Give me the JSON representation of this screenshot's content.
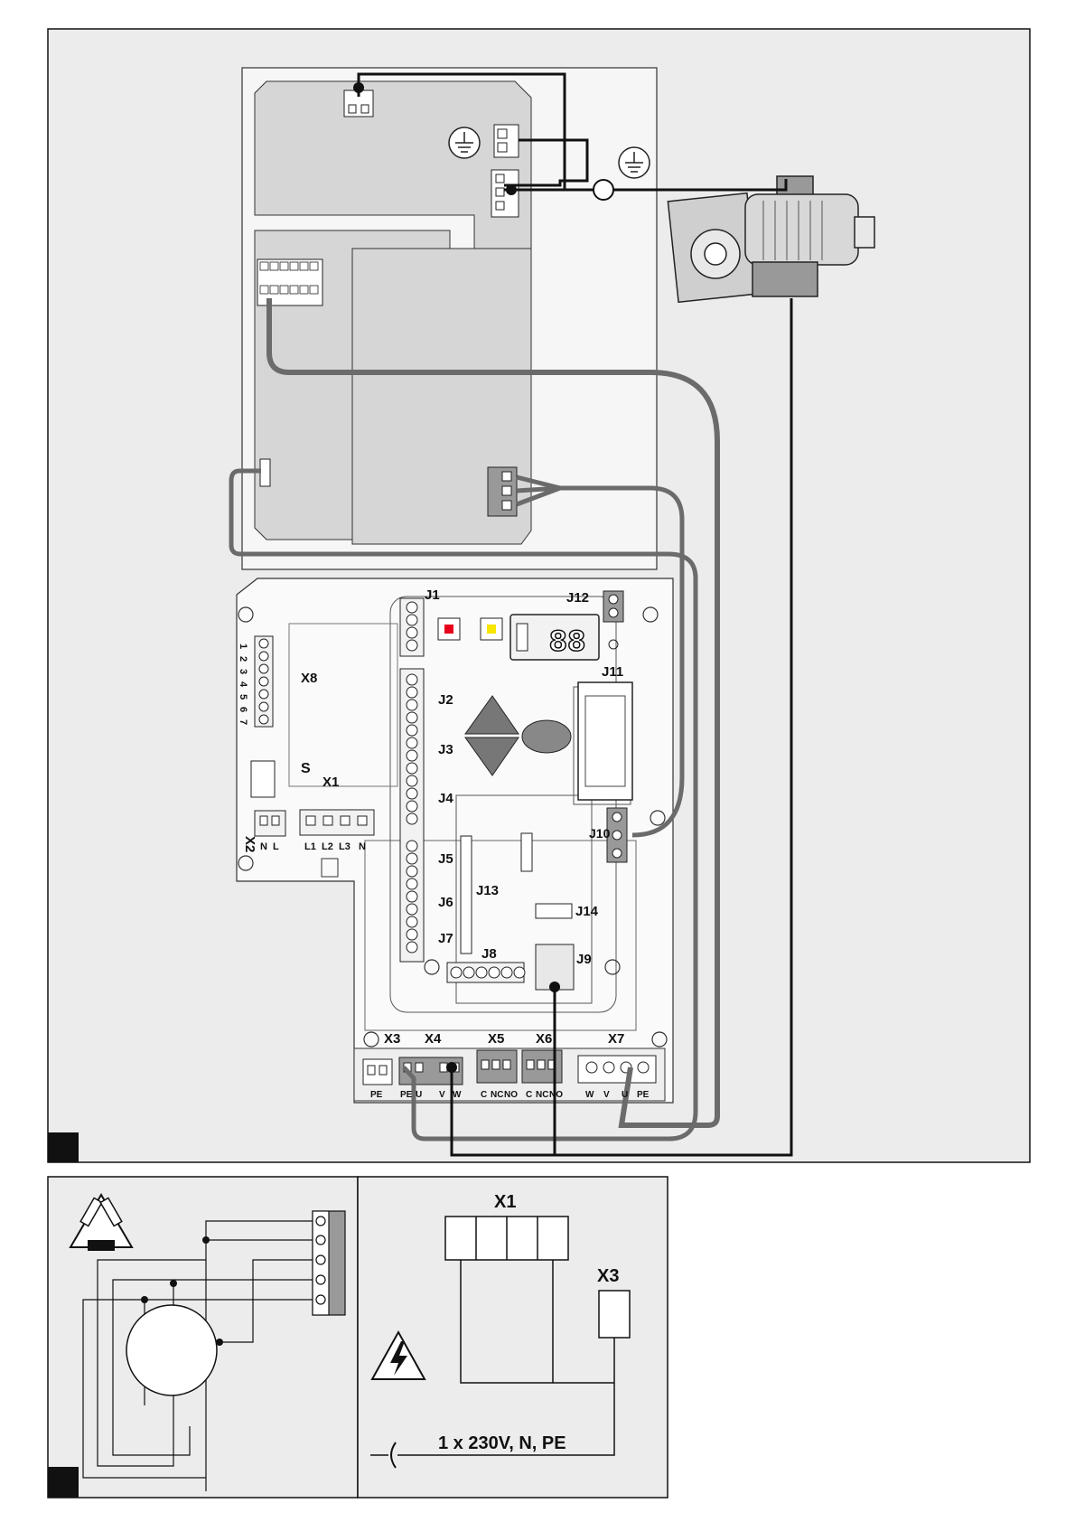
{
  "main_board": {
    "connectors": [
      "J1",
      "J2",
      "J3",
      "J4",
      "J5",
      "J6",
      "J7",
      "J8",
      "J9",
      "J10",
      "J11",
      "J12",
      "J13",
      "J14",
      "X1",
      "X2",
      "X3",
      "X4",
      "X5",
      "X6",
      "X7",
      "X8"
    ],
    "x8_pins": [
      "1",
      "2",
      "3",
      "4",
      "5",
      "6",
      "7"
    ],
    "s_label": "S",
    "x2_pins": [
      "N",
      "L"
    ],
    "x1_pins": [
      "L1",
      "L2",
      "L3",
      "N"
    ],
    "x3_pins": [
      "PE"
    ],
    "x4_pins": [
      "PE",
      "U",
      "V",
      "W"
    ],
    "x5_pins": [
      "C",
      "NC",
      "NO"
    ],
    "x6_pins": [
      "C",
      "NC",
      "NO"
    ],
    "x7_pins": [
      "W",
      "V",
      "U",
      "PE"
    ],
    "display": "88",
    "led_colors": [
      "#e8001c",
      "#f7e600"
    ]
  },
  "supply_panel": {
    "x1_label": "X1",
    "x3_label": "X3",
    "supply_text": "1 x 230V, N, PE"
  },
  "colors": {
    "panel_bg": "#ececec",
    "pcb_fill": "#d9d9d9",
    "cable_gray": "#6b6b6b",
    "wire_black": "#111111"
  }
}
